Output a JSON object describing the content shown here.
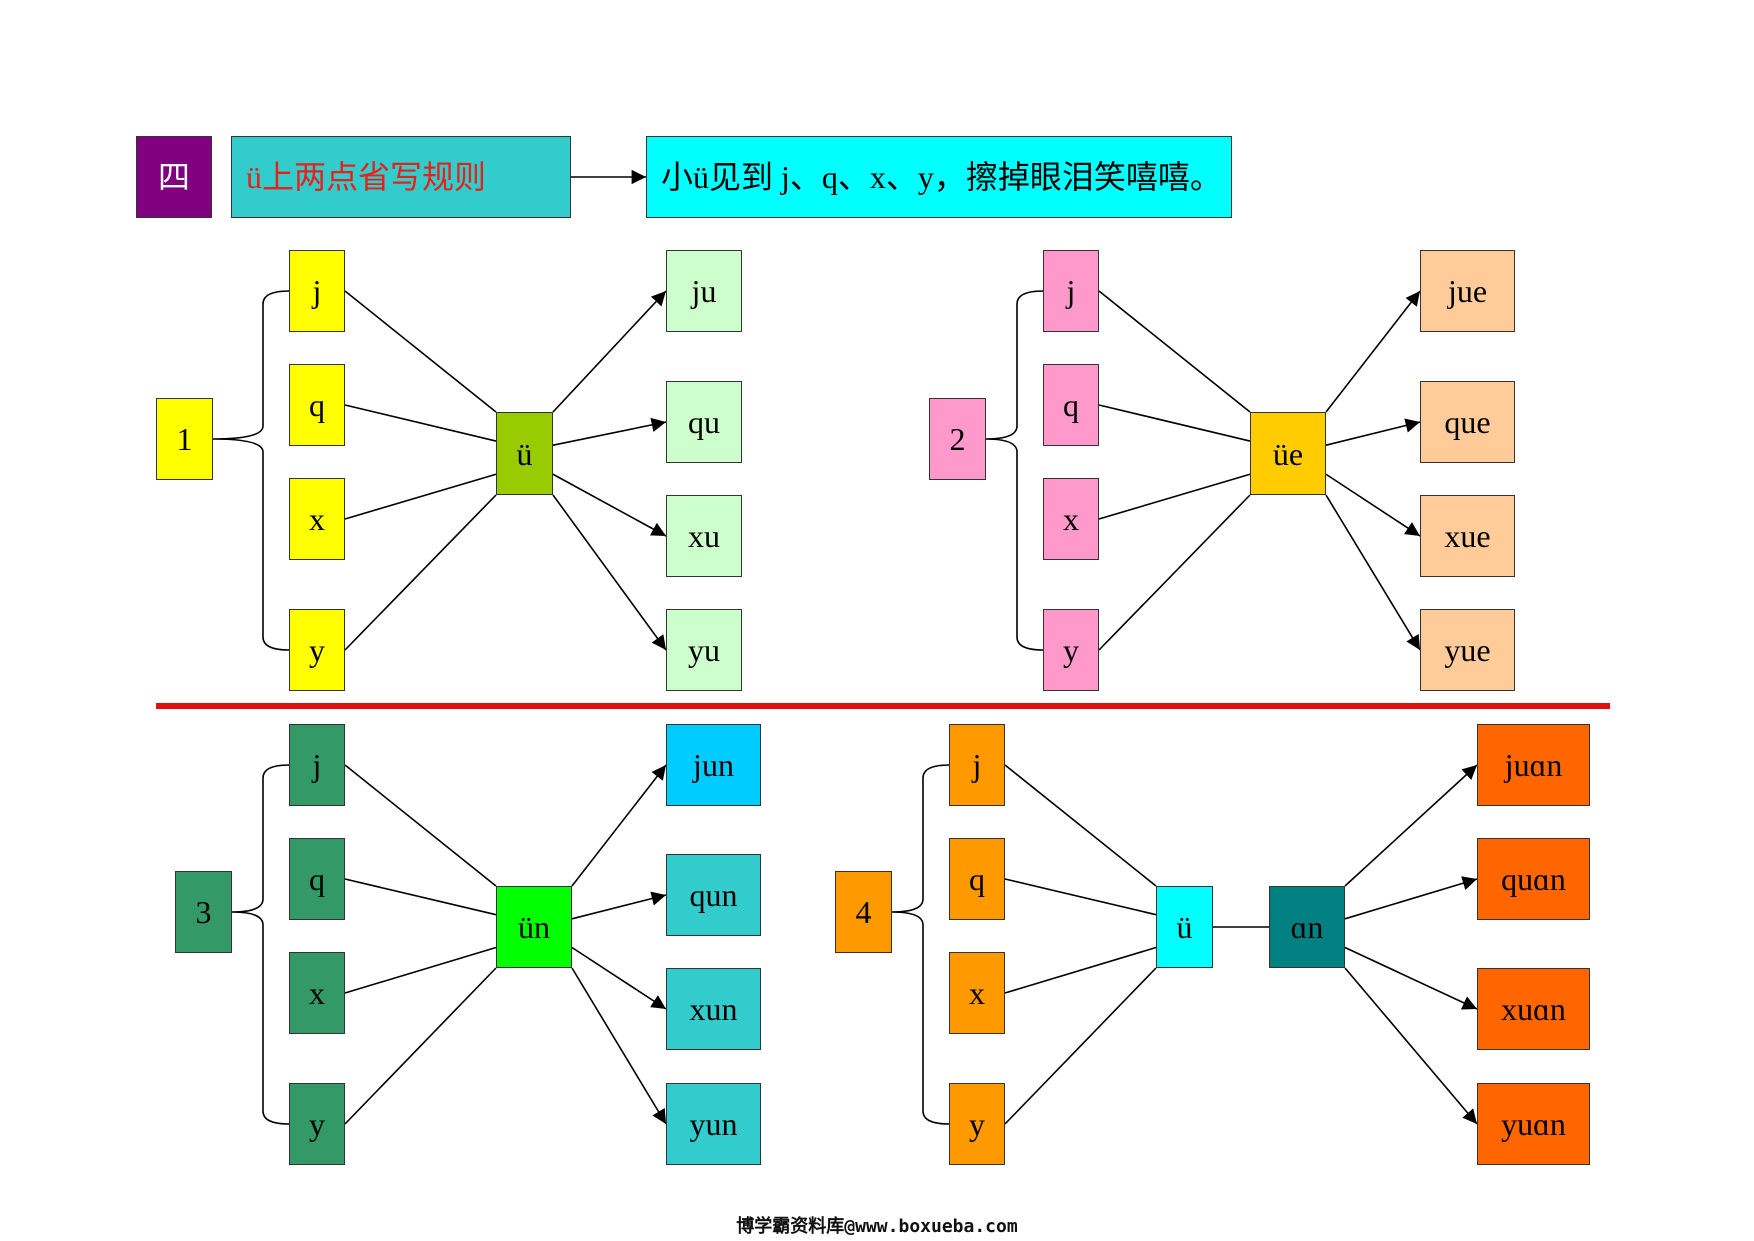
{
  "header": {
    "section": "四",
    "rule_title": "ü上两点省写规则",
    "rhyme": "小ü见到 j、q、x、y，擦掉眼泪笑嘻嘻。",
    "colors": {
      "section_bg": "#800080",
      "section_text": "#ffffff",
      "title_bg": "#33cccc",
      "title_text": "#e8201a",
      "rhyme_bg": "#00ffff"
    }
  },
  "panels": [
    {
      "number": "1",
      "initials": [
        "j",
        "q",
        "x",
        "y"
      ],
      "vowel": "ü",
      "results": [
        "ju",
        "qu",
        "xu",
        "yu"
      ],
      "colors": {
        "number": "#ffff00",
        "initial": "#ffff00",
        "vowel": "#99cc00",
        "result": "#ccffcc"
      }
    },
    {
      "number": "2",
      "initials": [
        "j",
        "q",
        "x",
        "y"
      ],
      "vowel": "üe",
      "results": [
        "jue",
        "que",
        "xue",
        "yue"
      ],
      "colors": {
        "number": "#ff99cc",
        "initial": "#ff99cc",
        "vowel": "#ffcc00",
        "result": "#ffcc99"
      }
    },
    {
      "number": "3",
      "initials": [
        "j",
        "q",
        "x",
        "y"
      ],
      "vowel": "ün",
      "results": [
        "jun",
        "qun",
        "xun",
        "yun"
      ],
      "colors": {
        "number": "#339966",
        "initial": "#339966",
        "vowel": "#00ff00",
        "result_first": "#00ccff",
        "result": "#33cccc"
      }
    },
    {
      "number": "4",
      "initials": [
        "j",
        "q",
        "x",
        "y"
      ],
      "vowel": "ü",
      "final": "ɑn",
      "results": [
        "juɑn",
        "quɑn",
        "xuɑn",
        "yuɑn"
      ],
      "colors": {
        "number": "#ff9900",
        "initial": "#ff9900",
        "vowel": "#00ffff",
        "final": "#008080",
        "result": "#ff6600"
      }
    }
  ],
  "divider_color": "#e01010",
  "footer": "博学霸资料库@www.boxueba.com"
}
